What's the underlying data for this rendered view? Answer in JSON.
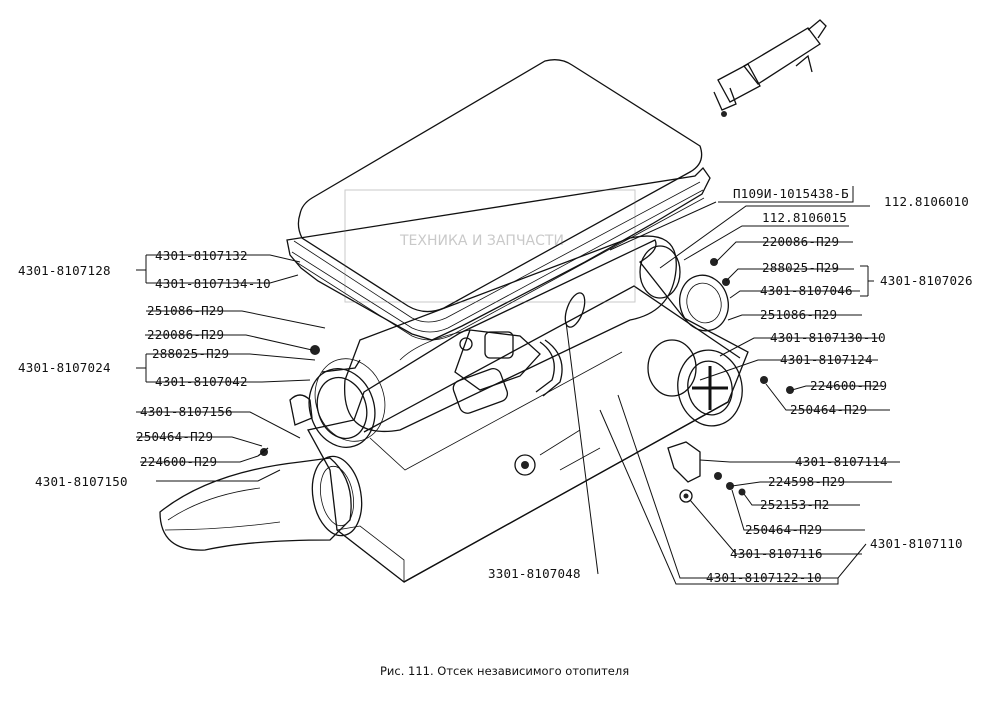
{
  "caption": "Рис. 111. Отсек независимого отопителя",
  "callouts": {
    "p01": "4301-8107128",
    "p02": "4301-8107132",
    "p03": "4301-8107134-10",
    "p04": "251086-П29",
    "p05": "220086-П29",
    "p06": "288025-П29",
    "p07": "4301-8107024",
    "p08": "4301-8107042",
    "p09": "4301-8107156",
    "p10": "250464-П29",
    "p11": "224600-П29",
    "p12": "4301-8107150",
    "p13": "3301-8107048",
    "p14": "П109И-1015438-Б",
    "p15": "112.8106010",
    "p16": "112.8106015",
    "p17": "220086-П29",
    "p18": "288025-П29",
    "p19": "4301-8107026",
    "p20": "4301-8107046",
    "p21": "251086-П29",
    "p22": "4301-8107130-10",
    "p23": "4301-8107124",
    "p24": "224600-П29",
    "p25": "250464-П29",
    "p26": "4301-8107114",
    "p27": "224598-П29",
    "p28": "252153-П2",
    "p29": "250464-П29",
    "p30": "4301-8107110",
    "p31": "4301-8107116",
    "p32": "4301-8107122-10"
  }
}
